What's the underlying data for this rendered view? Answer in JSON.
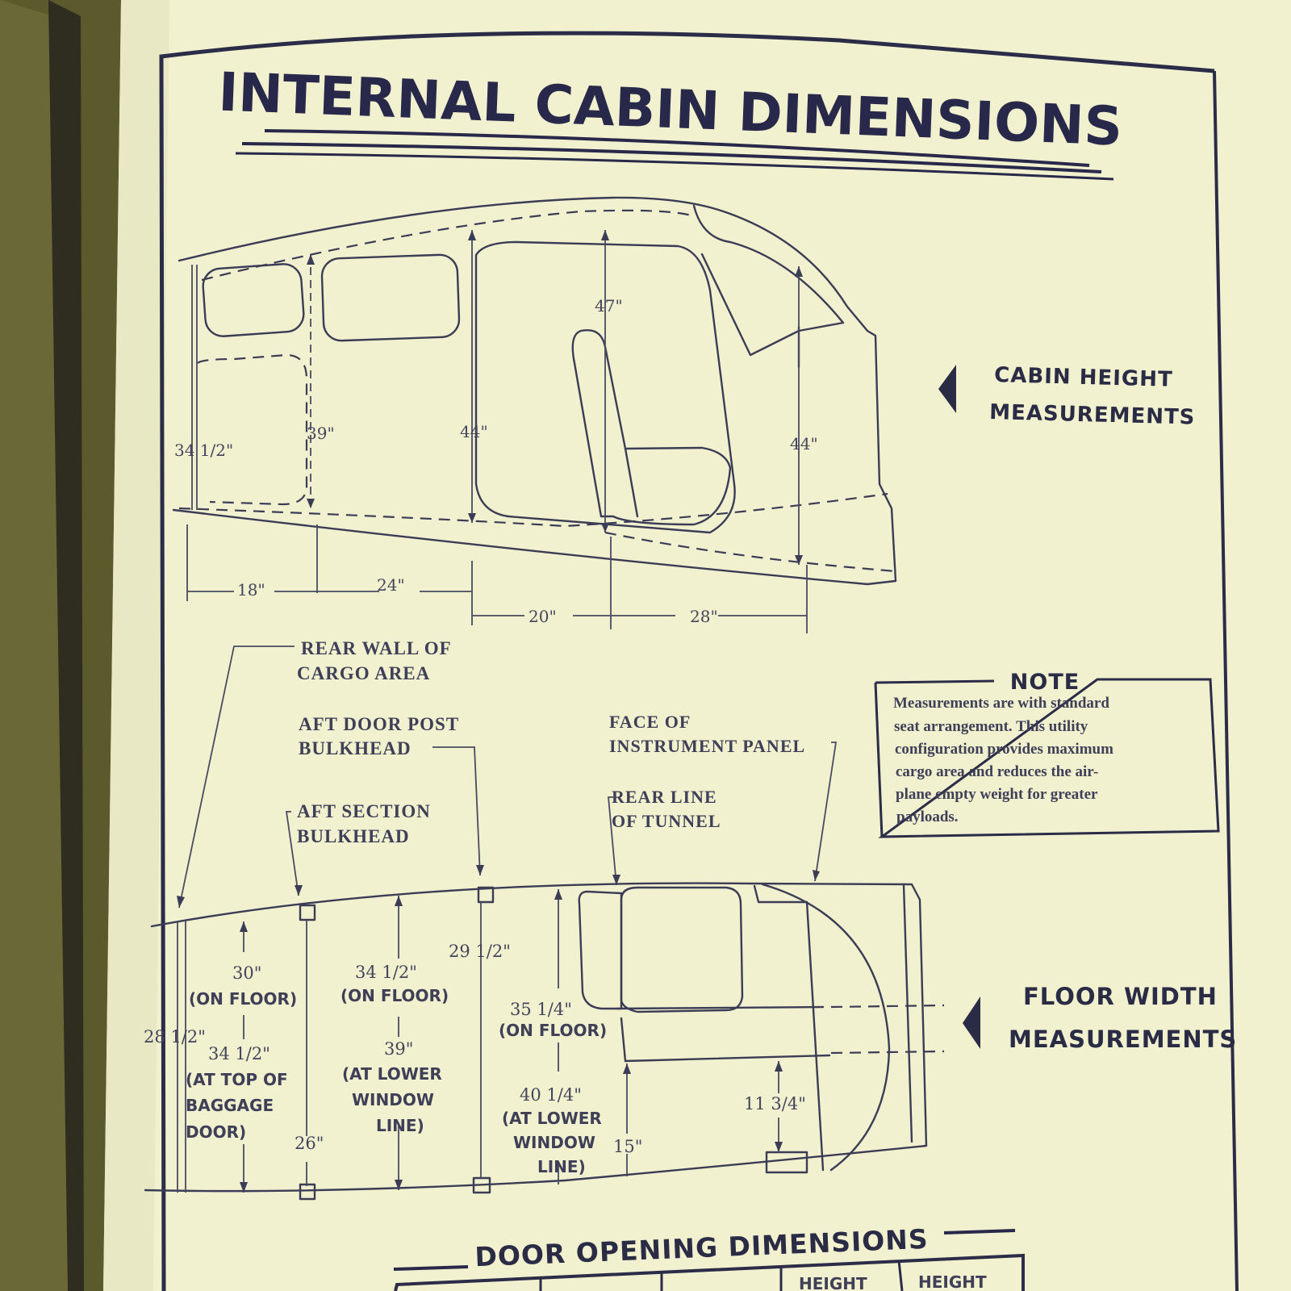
{
  "title": "INTERNAL CABIN DIMENSIONS",
  "cabin_height": {
    "heading_line1": "CABIN HEIGHT",
    "heading_line2": "MEASUREMENTS",
    "dims": {
      "h_34_5": "34 1/2\"",
      "h_39": "39\"",
      "h_44_a": "44\"",
      "h_47": "47\"",
      "h_44_b": "44\"",
      "l_18": "18\"",
      "l_24": "24\"",
      "l_20": "20\"",
      "l_28": "28\""
    }
  },
  "floor_width": {
    "heading_line1": "FLOOR WIDTH",
    "heading_line2": "MEASUREMENTS",
    "labels": {
      "rear_wall_1": "REAR WALL OF",
      "rear_wall_2": "CARGO AREA",
      "aft_door_1": "AFT DOOR POST",
      "aft_door_2": "BULKHEAD",
      "aft_section_1": "AFT SECTION",
      "aft_section_2": "BULKHEAD",
      "face_panel_1": "FACE OF",
      "face_panel_2": "INSTRUMENT PANEL",
      "rear_tunnel_1": "REAR LINE",
      "rear_tunnel_2": "OF TUNNEL"
    },
    "dims": {
      "w_28_5": "28 1/2\"",
      "w_30": "30\"",
      "w_30_note": "(ON FLOOR)",
      "w_34_5a": "34 1/2\"",
      "w_34_5a_n1": "(AT TOP OF",
      "w_34_5a_n2": "BAGGAGE",
      "w_34_5a_n3": "DOOR)",
      "w_26": "26\"",
      "w_34_5b": "34 1/2\"",
      "w_34_5b_note": "(ON FLOOR)",
      "w_39": "39\"",
      "w_39_n1": "(AT LOWER",
      "w_39_n2": "WINDOW",
      "w_39_n3": "LINE)",
      "w_29_5": "29 1/2\"",
      "w_35_25": "35 1/4\"",
      "w_35_25_note": "(ON FLOOR)",
      "w_40_25": "40 1/4\"",
      "w_40_25_n1": "(AT LOWER",
      "w_40_25_n2": "WINDOW",
      "w_40_25_n3": "LINE)",
      "w_15": "15\"",
      "w_11_75": "11 3/4\""
    }
  },
  "note": {
    "heading": "NOTE",
    "lines": [
      "Measurements are with standard",
      "seat arrangement.  This utility",
      "configuration provides maximum",
      "cargo area and reduces the air-",
      "plane empty weight for greater",
      "payloads."
    ]
  },
  "door": {
    "heading": "DOOR OPENING DIMENSIONS",
    "col_a": "HEIGHT",
    "col_b": "HEIGHT"
  }
}
